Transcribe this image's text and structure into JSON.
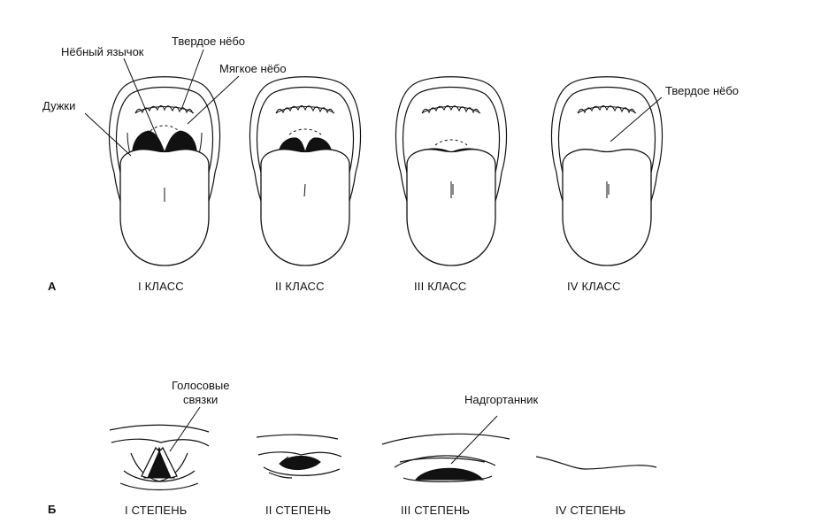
{
  "section_a": {
    "letter": "А",
    "classes": [
      "I КЛАСС",
      "II КЛАСС",
      "III КЛАСС",
      "IV КЛАСС"
    ],
    "labels": {
      "tverdoe_nebo_1": "Твердое нёбо",
      "nebny_yazychok": "Нёбный язычок",
      "myagkoe_nebo": "Мягкое нёбо",
      "duzhki": "Дужки",
      "tverdoe_nebo_4": "Твердое нёбо"
    }
  },
  "section_b": {
    "letter": "Б",
    "grades": [
      "I СТЕПЕНЬ",
      "II СТЕПЕНЬ",
      "III СТЕПЕНЬ",
      "IV СТЕПЕНЬ"
    ],
    "labels": {
      "golosovye_line1": "Голосовые",
      "golosovye_line2": "связки",
      "nadgortannik": "Надгортанник"
    }
  }
}
